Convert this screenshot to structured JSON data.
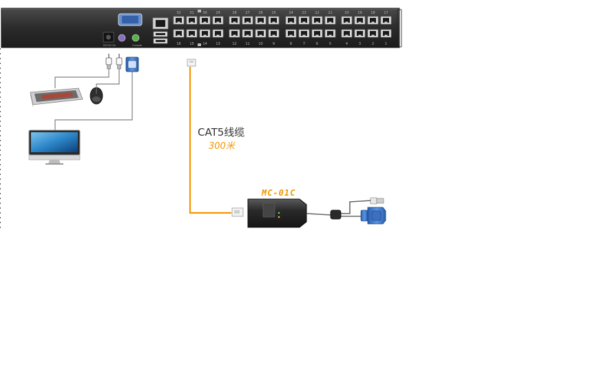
{
  "kvm_switch": {
    "power_label": "DC12V 3A",
    "console_label": "Console",
    "top_port_numbers": [
      "32",
      "31",
      "30",
      "29",
      "28",
      "27",
      "26",
      "25",
      "24",
      "23",
      "22",
      "21",
      "20",
      "19",
      "18",
      "17"
    ],
    "bottom_port_numbers": [
      "16",
      "15",
      "14",
      "13",
      "12",
      "11",
      "10",
      "9",
      "8",
      "7",
      "6",
      "5",
      "4",
      "3",
      "2",
      "1"
    ]
  },
  "cable": {
    "label": "CAT5线缆",
    "length": "300米",
    "color": "#f29600"
  },
  "adapter": {
    "model": "MC-01C"
  },
  "icons": [
    "keyboard-icon",
    "mouse-icon",
    "monitor-icon",
    "usb-plug-icon",
    "vga-connector-icon",
    "rj45-plug-icon"
  ]
}
